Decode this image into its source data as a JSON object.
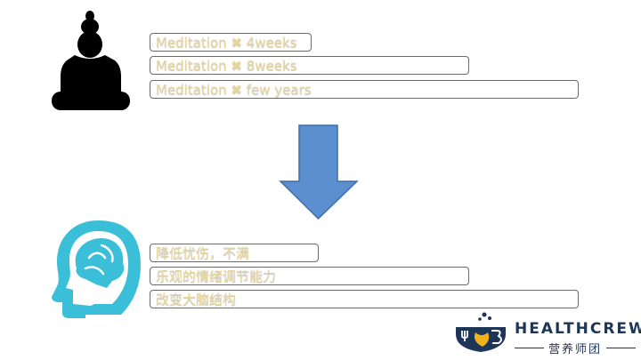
{
  "meditation": {
    "items": [
      {
        "label": "Meditation ✖ 4weeks"
      },
      {
        "label": "Meditation ✖ 8weeks"
      },
      {
        "label": "Meditation ✖  few years"
      }
    ]
  },
  "effects": {
    "items": [
      {
        "label": "降低忧伤，不满"
      },
      {
        "label": "乐观的情绪调节能力"
      },
      {
        "label": "改变大脑结构"
      }
    ]
  },
  "brand": {
    "name": "HEALTHCREW",
    "subtitle": "营养师团"
  },
  "colors": {
    "arrow": "#5b8fd0",
    "head": "#3bbfd8",
    "label_text": "#e8d59a",
    "logo_dark": "#1d3557",
    "logo_accent": "#f2b21c"
  },
  "icons": {
    "top": "meditating-buddha-icon",
    "bottom": "head-brain-icon",
    "arrow": "down-arrow-icon"
  }
}
